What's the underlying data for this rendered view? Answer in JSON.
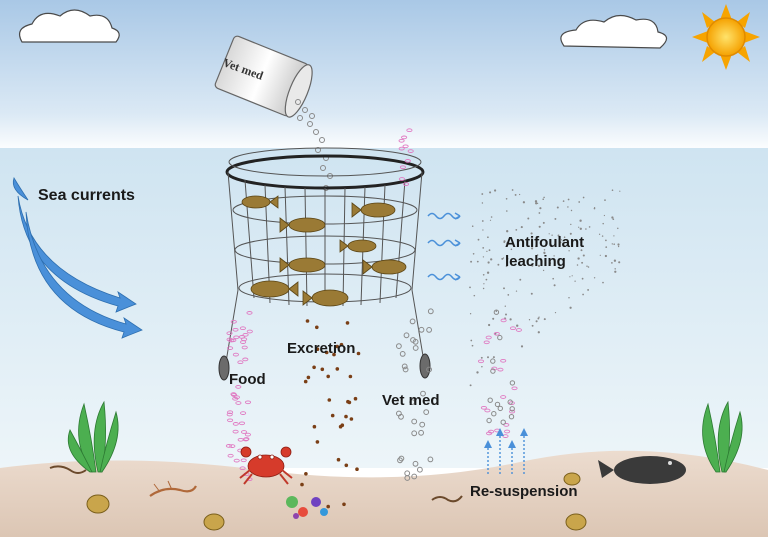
{
  "labels": {
    "sea_currents": "Sea currents",
    "antifoulant_line1": "Antifoulant",
    "antifoulant_line2": "leaching",
    "excretion": "Excretion",
    "food": "Food",
    "vet_med": "Vet med",
    "resuspension": "Re-suspension",
    "can_text": "Vet med"
  },
  "colors": {
    "sky_top": "#a9c8e6",
    "sky_bottom": "#ffffff",
    "water_top": "#d2e7f3",
    "water_bottom": "#e9f3f8",
    "seabed": "#e6d3c4",
    "current_arrow": "#4a90d9",
    "fish": "#9a7a35",
    "net": "#555555",
    "sun": "#f7b500",
    "crab": "#d63b2b",
    "flatfish": "#3a3a3a",
    "seaweed": "#4caf50",
    "pellet": "#8a4a1c",
    "food_particle": "#e07ac2"
  },
  "icons": [
    "sun-icon",
    "cloud-icon",
    "medicine-can-icon",
    "fish-icon",
    "crab-icon",
    "flatfish-icon",
    "seaweed-icon",
    "shell-icon",
    "shrimp-icon",
    "worm-icon",
    "current-arrow-icon",
    "buoy-icon"
  ]
}
